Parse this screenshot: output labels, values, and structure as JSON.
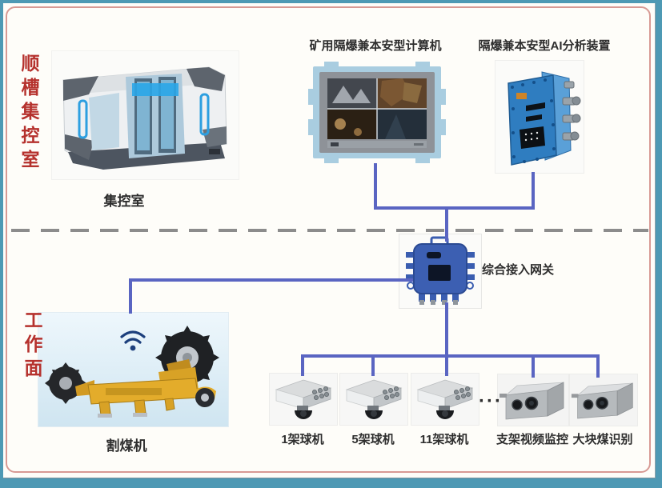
{
  "colors": {
    "teal_frame": "#4e99b4",
    "page_border_pink": "#d89a94",
    "connector_blue": "#5a65c2",
    "section_red": "#b5312d",
    "dashed_gray": "#8c8c8c"
  },
  "sections": {
    "control_room": {
      "label": "顺槽集控室"
    },
    "working_face": {
      "label": "工作面"
    }
  },
  "nodes": {
    "cabin": {
      "label": "集控室"
    },
    "computer": {
      "label": "矿用隔爆兼本安型计算机"
    },
    "ai_device": {
      "label": "隔爆兼本安型AI分析装置"
    },
    "gateway": {
      "label": "综合接入网关"
    },
    "shearer": {
      "label": "割煤机"
    },
    "camera1": {
      "label": "1架球机"
    },
    "camera2": {
      "label": "5架球机"
    },
    "camera3": {
      "label": "11架球机"
    },
    "ellipsis": "···",
    "support_monitor": {
      "label": "支架视频监控"
    },
    "coal_recognition": {
      "label": "大块煤识别"
    }
  }
}
